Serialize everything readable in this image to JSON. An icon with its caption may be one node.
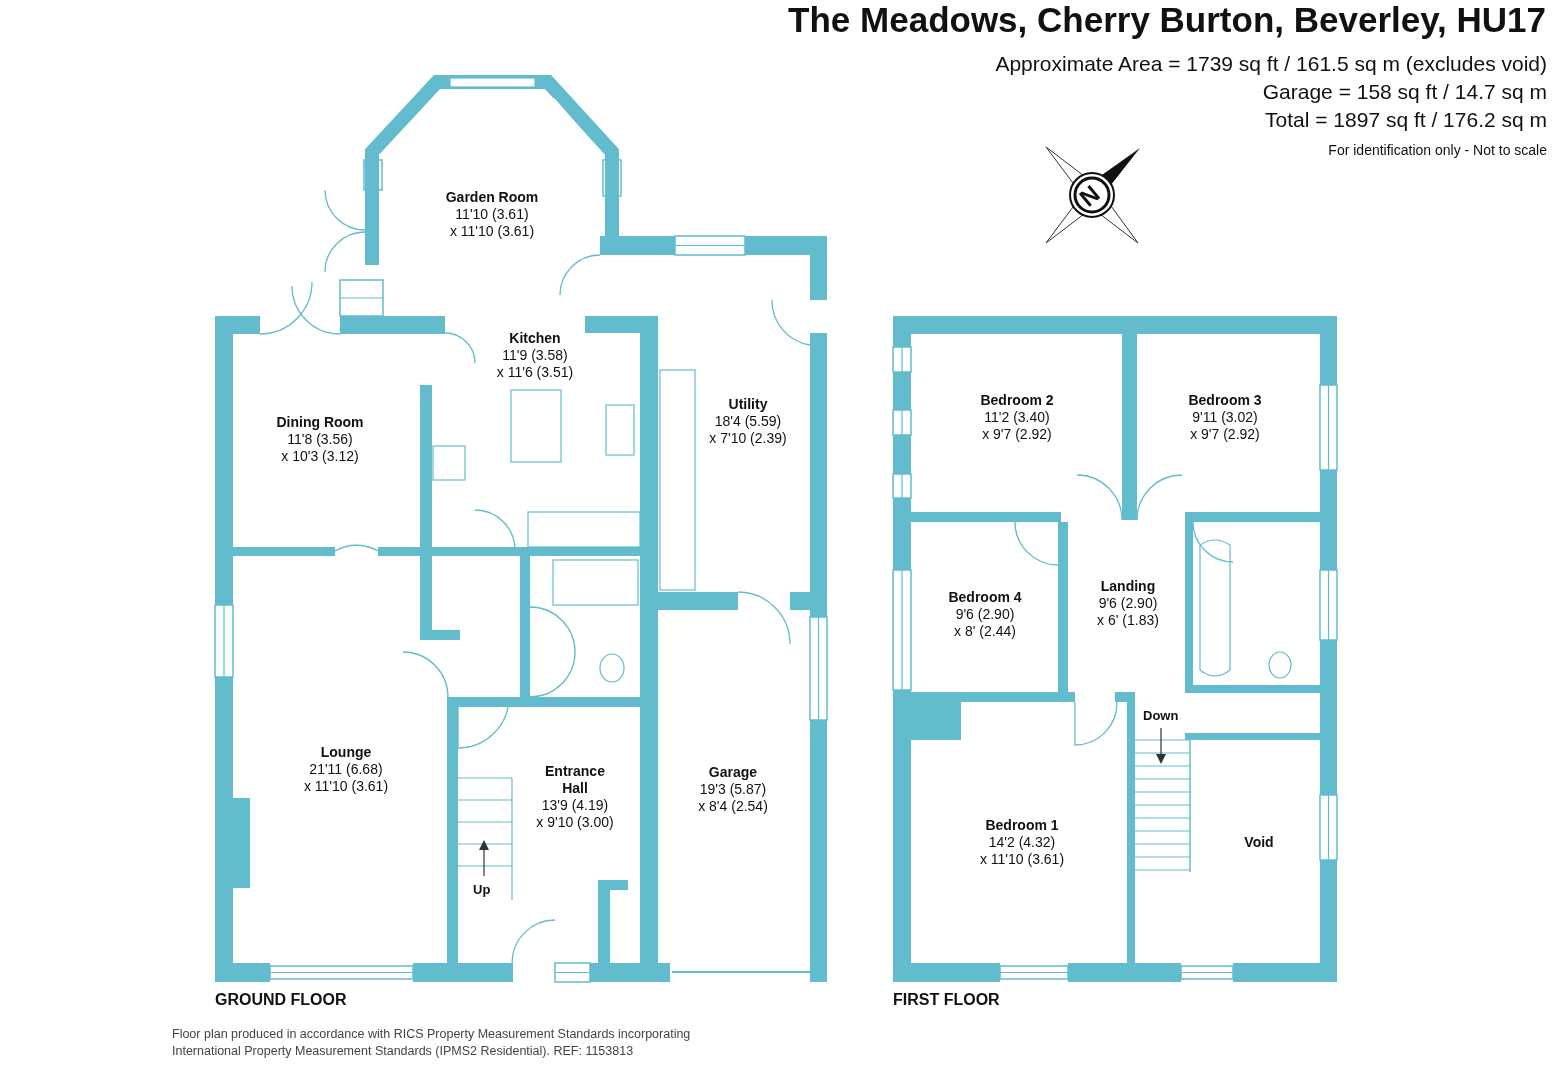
{
  "diagram": {
    "title": "The Meadows, Cherry Burton, Beverley, HU17",
    "nodes": [
      {
        "text": [
          "Garden Room",
          "11'10 (3.61)",
          "x 11'10 (3.61)"
        ]
      },
      {
        "text": [
          "Kitchen",
          "11'9 (3.58)",
          "x 11'6 (3.51)"
        ]
      },
      {
        "text": [
          "Dining Room",
          "11'8 (3.56)",
          "x 10'3 (3.12)"
        ]
      },
      {
        "text": [
          "Utility",
          "18'4 (5.59)",
          "x 7'10 (2.39)"
        ]
      },
      {
        "text": [
          "Lounge",
          "21'11 (6.68)",
          "x 11'10 (3.61)"
        ]
      },
      {
        "text": [
          "Entrance Hall",
          "13'9 (4.19)",
          "x 9'10 (3.00)"
        ]
      },
      {
        "text": [
          "Garage",
          "19'3 (5.87)",
          "x 8'4 (2.54)"
        ]
      },
      {
        "text": [
          "Bedroom 2",
          "11'2 (3.40)",
          "x 9'7 (2.92)"
        ]
      },
      {
        "text": [
          "Bedroom 3",
          "9'11 (3.02)",
          "x 9'7 (2.92)"
        ]
      },
      {
        "text": [
          "Bedroom 4",
          "9'6 (2.90)",
          "x 8' (2.44)"
        ]
      },
      {
        "text": [
          "Landing",
          "9'6 (2.90)",
          "x 6' (1.83)"
        ]
      },
      {
        "text": [
          "Bedroom 1",
          "14'2 (4.32)",
          "x 11'10 (3.61)"
        ]
      },
      {
        "text": [
          "Void"
        ]
      }
    ],
    "labels": [
      "Approximate Area = 1739 sq ft / 161.5 sq m (excludes void)",
      "Garage = 158 sq ft / 14.7 sq m",
      "Total = 1897 sq ft / 176.2 sq m",
      "For identification only - Not to scale",
      "N",
      "Up",
      "Down",
      "GROUND FLOOR",
      "FIRST FLOOR",
      "Floor plan produced in accordance with RICS Property Measurement Standards incorporating International Property Measurement Standards (IPMS2 Residential). REF: 1153813"
    ]
  }
}
